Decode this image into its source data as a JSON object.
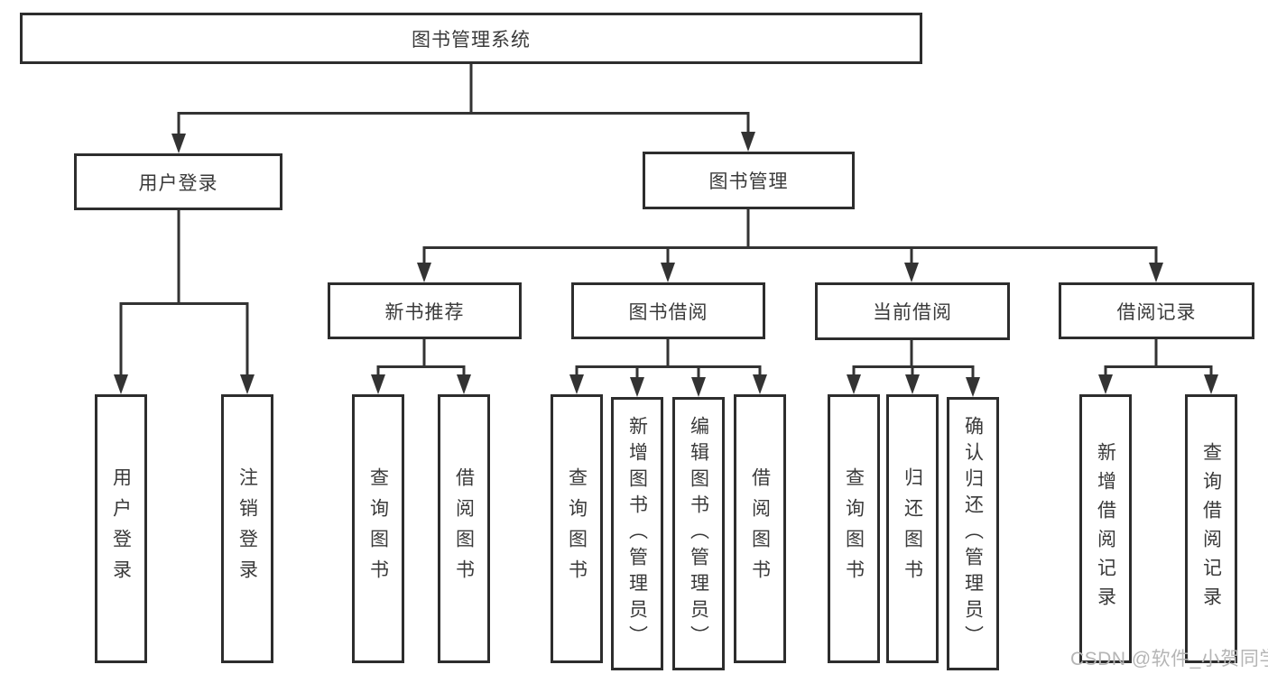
{
  "colors": {
    "line": "#333333",
    "box_border": "#2d2d2d",
    "text": "#3a3a3a",
    "watermark": "#b5b5b5",
    "background": "#ffffff"
  },
  "watermark": "CSDN @软件_小贺同学",
  "tree": {
    "label": "图书管理系统",
    "children": [
      {
        "label": "用户登录",
        "children": [
          {
            "label": "用户登录"
          },
          {
            "label": "注销登录"
          }
        ]
      },
      {
        "label": "图书管理",
        "children": [
          {
            "label": "新书推荐",
            "children": [
              {
                "label": "查询图书"
              },
              {
                "label": "借阅图书"
              }
            ]
          },
          {
            "label": "图书借阅",
            "children": [
              {
                "label": "查询图书"
              },
              {
                "label": "新增图书（管理员）"
              },
              {
                "label": "编辑图书（管理员）"
              },
              {
                "label": "借阅图书"
              }
            ]
          },
          {
            "label": "当前借阅",
            "children": [
              {
                "label": "查询图书"
              },
              {
                "label": "归还图书"
              },
              {
                "label": "确认归还（管理员）"
              }
            ]
          },
          {
            "label": "借阅记录",
            "children": [
              {
                "label": "新增借阅记录"
              },
              {
                "label": "查询借阅记录"
              }
            ]
          }
        ]
      }
    ]
  }
}
